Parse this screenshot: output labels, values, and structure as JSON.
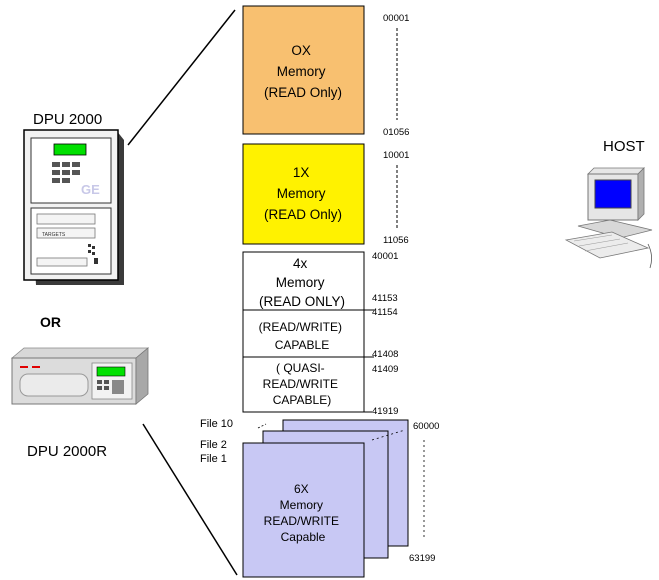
{
  "devices": {
    "dpu2000_label": "DPU 2000",
    "or_label": "OR",
    "dpu2000r_label": "DPU 2000R",
    "host_label": "HOST",
    "panel_targets_text": "TARGETS",
    "panel_logo_text": "GE"
  },
  "memory": {
    "ox": {
      "lines": [
        "OX",
        "Memory",
        "(READ Only)"
      ],
      "start": "00001",
      "end": "01056",
      "color": "#F8C070"
    },
    "onex": {
      "lines": [
        "1X",
        "Memory",
        "(READ Only)"
      ],
      "start": "10001",
      "end": "11056",
      "color": "#FFF200"
    },
    "fourx": {
      "section1_lines": [
        "4x",
        "Memory",
        "(READ ONLY)"
      ],
      "section2_lines": [
        "(READ/WRITE)",
        "CAPABLE"
      ],
      "section3_lines": [
        "( QUASI-",
        "READ/WRITE",
        "CAPABLE)"
      ],
      "addresses": [
        "40001",
        "41153",
        "41154",
        "41408",
        "41409",
        "41919"
      ]
    },
    "sixx": {
      "lines": [
        "6X",
        "Memory",
        "READ/WRITE",
        "Capable"
      ],
      "start": "60000",
      "end": "63199",
      "files": [
        "File 10",
        "File 2",
        "File 1"
      ],
      "color": "#C8C8F4"
    }
  }
}
